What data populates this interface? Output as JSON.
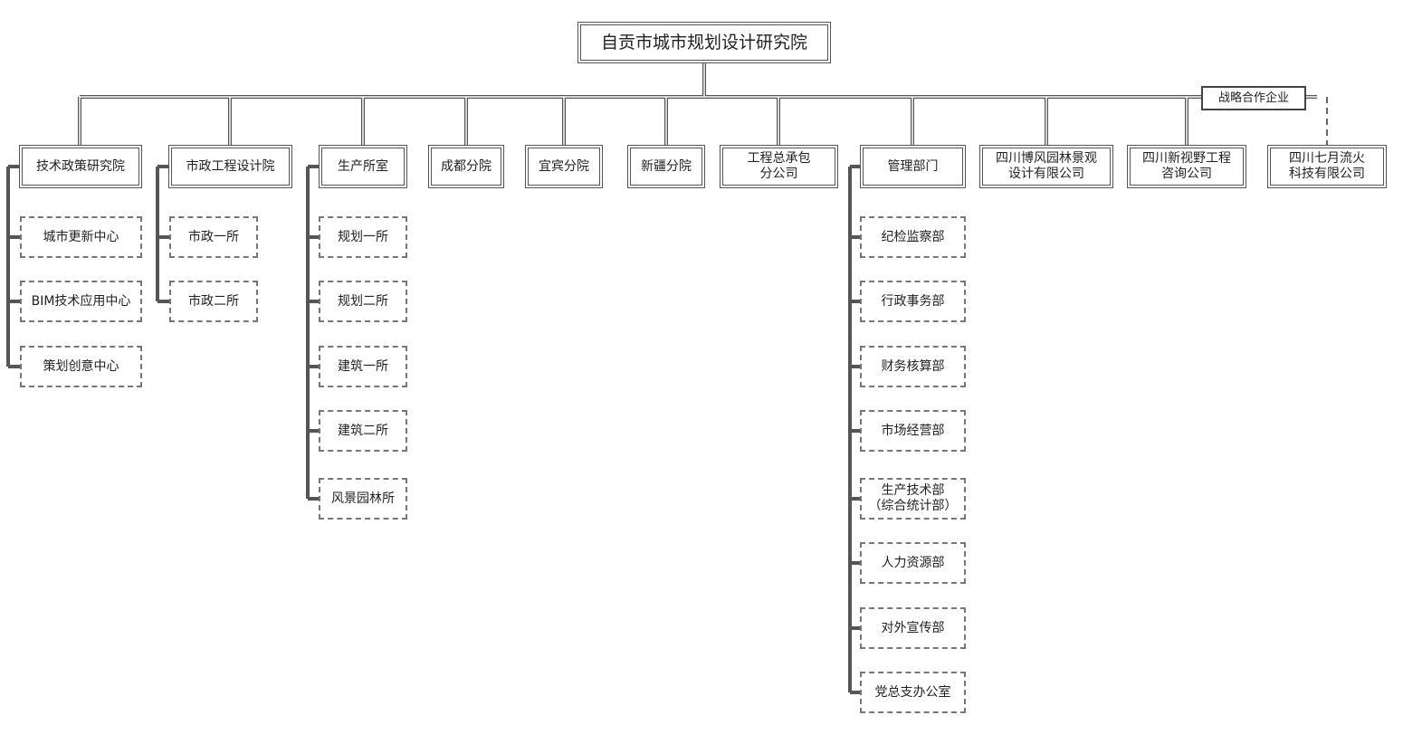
{
  "root": "自贡市城市规划设计研究院",
  "partner_tag": "战略合作企业",
  "top": [
    "技术政策研究院",
    "市政工程设计院",
    "生产所室",
    "成都分院",
    "宜宾分院",
    "新疆分院",
    "工程总承包\n分公司",
    "管理部门",
    "四川博风园林景观\n设计有限公司",
    "四川新视野工程\n咨询公司"
  ],
  "partner": "四川七月流火\n科技有限公司",
  "tech_children": [
    "城市更新中心",
    "BIM技术应用中心",
    "策划创意中心"
  ],
  "muni_children": [
    "市政一所",
    "市政二所"
  ],
  "prod_children": [
    "规划一所",
    "规划二所",
    "建筑一所",
    "建筑二所",
    "风景园林所"
  ],
  "mgmt_children": [
    "纪检监察部",
    "行政事务部",
    "财务核算部",
    "市场经营部",
    "生产技术部\n（综合统计部）",
    "人力资源部",
    "对外宣传部",
    "党总支办公室"
  ]
}
